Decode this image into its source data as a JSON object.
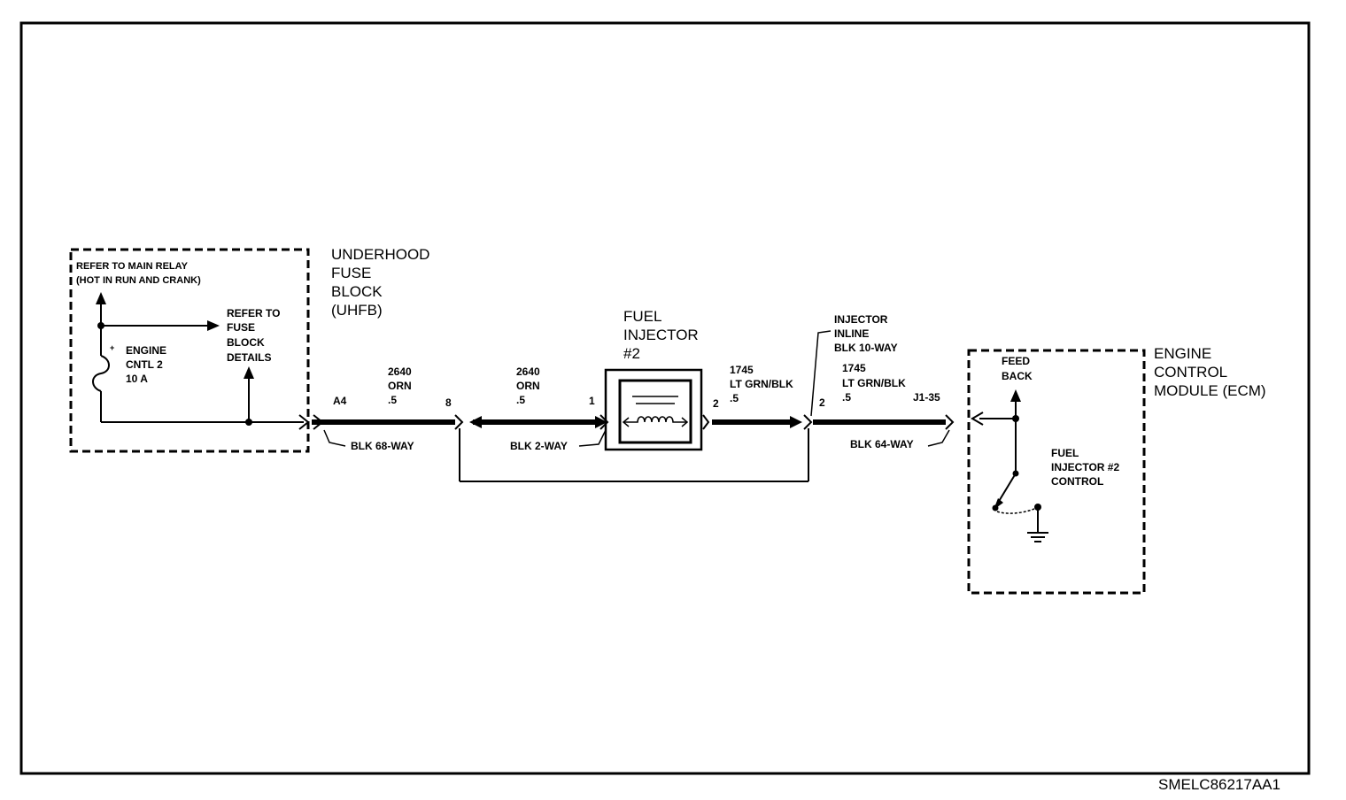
{
  "left_box": {
    "refer_main_relay": "REFER TO MAIN RELAY",
    "hot_in_run": "(HOT IN RUN AND CRANK)",
    "fuse_name": [
      "ENGINE",
      "CNTL 2",
      "10 A"
    ],
    "plus_mark": "+",
    "refer_fuse_block": [
      "REFER TO",
      "FUSE",
      "BLOCK",
      "DETAILS"
    ]
  },
  "uhfb_title": [
    "UNDERHOOD",
    "FUSE",
    "BLOCK",
    "(UHFB)"
  ],
  "injector_title": [
    "FUEL",
    "INJECTOR",
    "#2"
  ],
  "inline_connector": [
    "INJECTOR",
    "INLINE",
    "BLK 10-WAY"
  ],
  "ecm_title": [
    "ENGINE",
    "CONTROL",
    "MODULE (ECM)"
  ],
  "ecm_box": {
    "feed_back": [
      "FEED",
      "BACK"
    ],
    "injector_control": [
      "FUEL",
      "INJECTOR #2",
      "CONTROL"
    ]
  },
  "circuits": {
    "c1": {
      "number": "2640",
      "color": "ORN",
      "gauge": ".5"
    },
    "c2": {
      "number": "2640",
      "color": "ORN",
      "gauge": ".5"
    },
    "c3": {
      "number": "1745",
      "color": "LT GRN/BLK",
      "gauge": ".5"
    },
    "c4": {
      "number": "1745",
      "color": "LT GRN/BLK",
      "gauge": ".5"
    }
  },
  "pins": {
    "a4": "A4",
    "p8": "8",
    "p1": "1",
    "p2a": "2",
    "p2b": "2",
    "j135": "J1-35"
  },
  "connectors": {
    "blk68": "BLK 68-WAY",
    "blk2": "BLK 2-WAY",
    "blk64": "BLK 64-WAY"
  },
  "ref_code": "SMELC86217AA1"
}
